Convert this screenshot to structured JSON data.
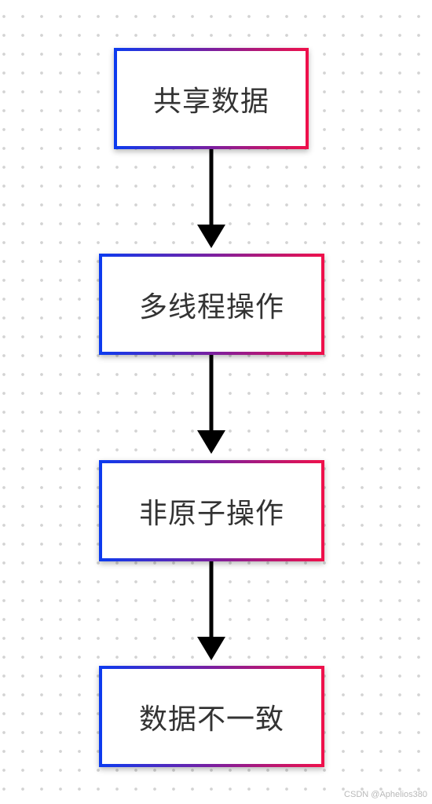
{
  "flowchart": {
    "nodes": [
      {
        "id": "n1",
        "label": "共享数据"
      },
      {
        "id": "n2",
        "label": "多线程操作"
      },
      {
        "id": "n3",
        "label": "非原子操作"
      },
      {
        "id": "n4",
        "label": "数据不一致"
      }
    ],
    "edges": [
      {
        "from": "n1",
        "to": "n2"
      },
      {
        "from": "n2",
        "to": "n3"
      },
      {
        "from": "n3",
        "to": "n4"
      }
    ],
    "colors": {
      "border_gradient_start": "#0b3bf0",
      "border_gradient_mid": "#7a1fa0",
      "border_gradient_end": "#f0104a",
      "arrow": "#000000",
      "text": "#333333"
    }
  },
  "watermark": "CSDN @Aphelios380"
}
